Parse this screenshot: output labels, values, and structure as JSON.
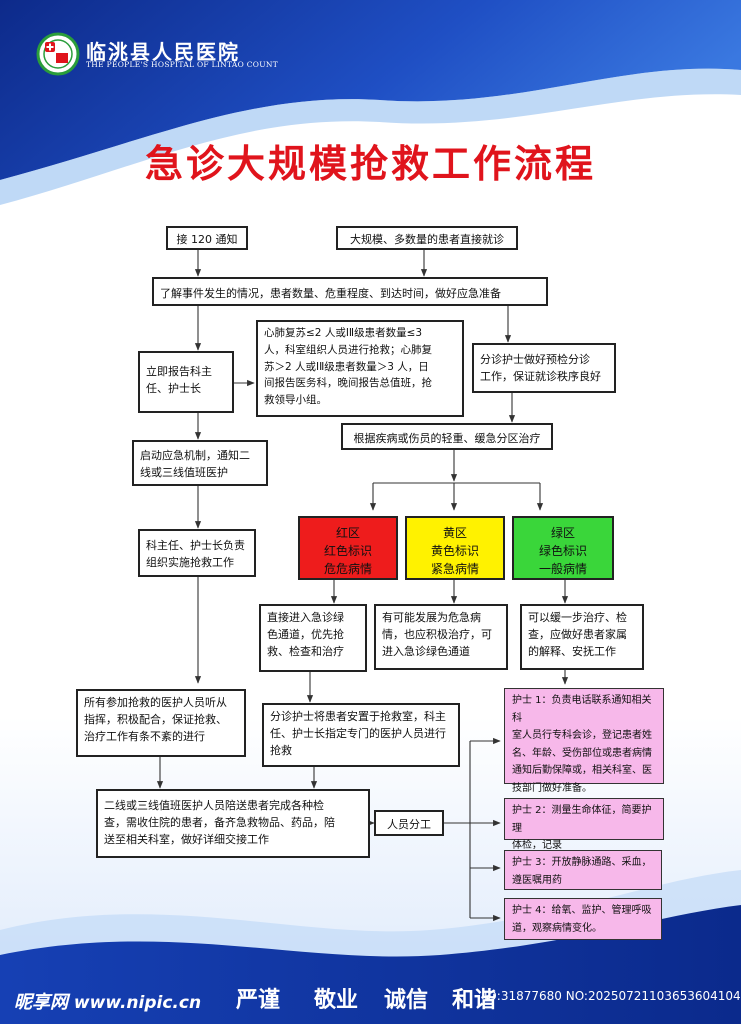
{
  "header": {
    "hospital_name": "临洮县人民医院",
    "hospital_name_en": "THE PEOPLE'S HOSPITAL OF LINTAO COUNT"
  },
  "title": "急诊大规模抢救工作流程",
  "boxes": {
    "notify_120": "接 120 通知",
    "walk_in": "大规模、多数量的患者直接就诊",
    "understand": "了解事件发生的情况，患者数量、危重程度、到达时间，做好应急准备",
    "report": [
      "立即报告科主",
      "任、护士长"
    ],
    "cpr": [
      "心肺复苏≤2 人或ⅠⅡ级患者数量≤3",
      "人，科室组织人员进行抢救；心肺复",
      "苏＞2 人或ⅠⅡ级患者数量＞3 人，日",
      "间报告医务科，晚间报告总值班，抢",
      "救领导小组。"
    ],
    "triage_nurse": [
      "分诊护士做好预检分诊",
      "工作，保证就诊秩序良好"
    ],
    "classify": "根据疾病或伤员的轻重、缓急分区治疗",
    "emergency_mech": [
      "启动应急机制，通知二",
      "线或三线值班医护"
    ],
    "director": [
      "科主任、护士长负责",
      "组织实施抢救工作"
    ],
    "red": [
      "红区",
      "红色标识",
      "危危病情"
    ],
    "yellow": [
      "黄区",
      "黄色标识",
      "紧急病情"
    ],
    "green": [
      "绿区",
      "绿色标识",
      "一般病情"
    ],
    "red_action": [
      "直接进入急诊绿",
      "色通道，优先抢",
      "救、检查和治疗"
    ],
    "yellow_action": [
      "有可能发展为危急病",
      "情，也应积极治疗，可",
      "进入急诊绿色通道"
    ],
    "green_action": [
      "可以缓一步治疗、检",
      "查，应做好患者家属",
      "的解释、安抚工作"
    ],
    "all_staff": [
      "所有参加抢救的医护人员听从",
      "指挥，积极配合，保证抢救、",
      "治疗工作有条不紊的进行"
    ],
    "placement": [
      "分诊护士将患者安置于抢救室，科主",
      "任、护士长指定专门的医护人员进行",
      "抢救"
    ],
    "escort": [
      "二线或三线值班医护人员陪送患者完成各种检",
      "查，需收住院的患者，备齐急救物品、药品，陪",
      "送至相关科室，做好详细交接工作"
    ],
    "division": "人员分工",
    "nurse1": [
      "护士 1：负责电话联系通知相关科",
      "室人员行专科会诊，登记患者姓",
      "名、年龄、受伤部位或患者病情",
      "通知后勤保障或，相关科室、医",
      "技部门做好准备。"
    ],
    "nurse2": [
      "护士 2：测量生命体征，简要护理",
      "体检，记录"
    ],
    "nurse3": [
      "护士 3：开放静脉通路、采血，",
      "遵医嘱用药"
    ],
    "nurse4": [
      "护士 4：给氧、监护、管理呼吸",
      "道，观察病情变化。"
    ]
  },
  "footer": {
    "brand": "昵享网",
    "site": "www.nipic.cn",
    "slogans": [
      "严谨",
      "敬业",
      "诚信",
      "和谐"
    ],
    "image_id": "ID:31877680 NO:20250721103653604104"
  },
  "colors": {
    "title_red": "#e0141c",
    "banner_blue": "#1a3fa6",
    "red_zone": "#ee1c1c",
    "yellow_zone": "#fff200",
    "green_zone": "#3ad63a",
    "nurse_pink": "#f7b8ea"
  }
}
